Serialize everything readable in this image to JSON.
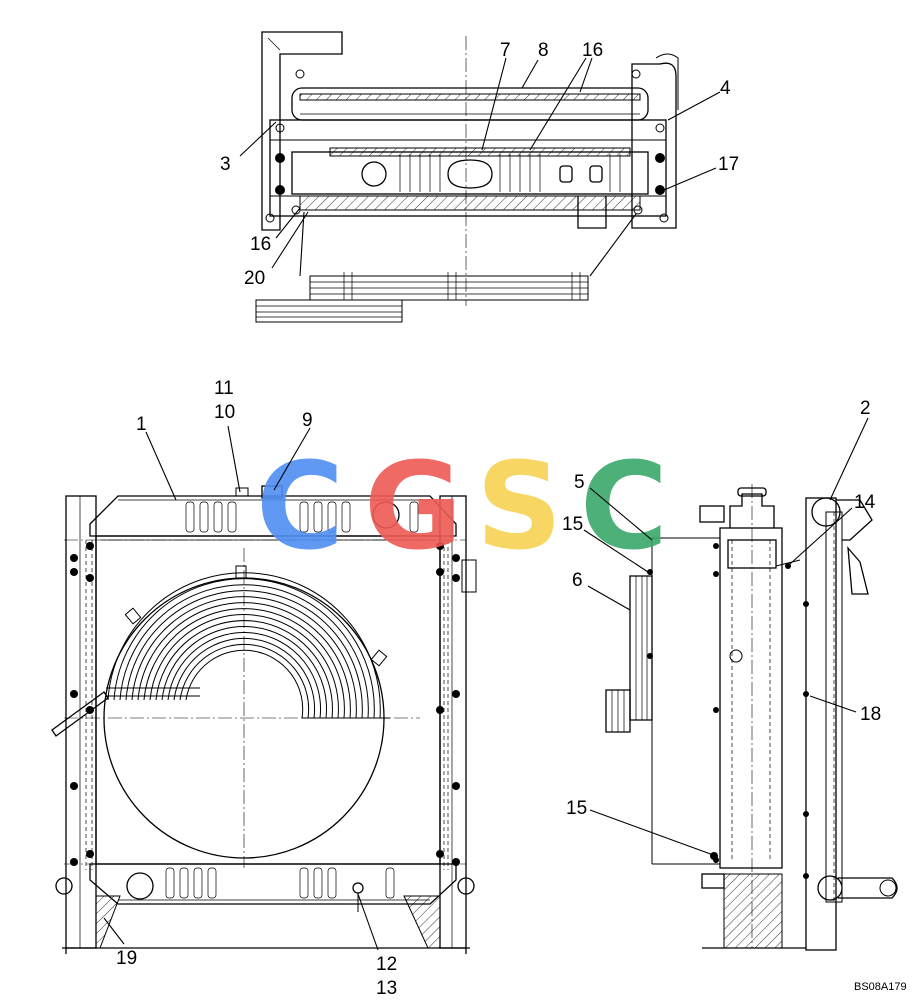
{
  "drawing_code": "BS08A179",
  "watermark": {
    "letters": [
      {
        "char": "C",
        "color": "#4f8ef2"
      },
      {
        "char": "G",
        "color": "#ef5a55"
      },
      {
        "char": "S",
        "color": "#f7d254"
      },
      {
        "char": "C",
        "color": "#3aa86b"
      }
    ]
  },
  "callouts": [
    {
      "id": "c1",
      "label": "1"
    },
    {
      "id": "c2",
      "label": "2"
    },
    {
      "id": "c3",
      "label": "3"
    },
    {
      "id": "c4",
      "label": "4"
    },
    {
      "id": "c5",
      "label": "5"
    },
    {
      "id": "c6",
      "label": "6"
    },
    {
      "id": "c7",
      "label": "7"
    },
    {
      "id": "c8",
      "label": "8"
    },
    {
      "id": "c9",
      "label": "9"
    },
    {
      "id": "c10",
      "label": "10"
    },
    {
      "id": "c11",
      "label": "11"
    },
    {
      "id": "c12",
      "label": "12"
    },
    {
      "id": "c13",
      "label": "13"
    },
    {
      "id": "c14",
      "label": "14"
    },
    {
      "id": "c15a",
      "label": "15"
    },
    {
      "id": "c15b",
      "label": "15"
    },
    {
      "id": "c16a",
      "label": "16"
    },
    {
      "id": "c16b",
      "label": "16"
    },
    {
      "id": "c17",
      "label": "17"
    },
    {
      "id": "c18",
      "label": "18"
    },
    {
      "id": "c19",
      "label": "19"
    },
    {
      "id": "c20",
      "label": "20"
    }
  ]
}
